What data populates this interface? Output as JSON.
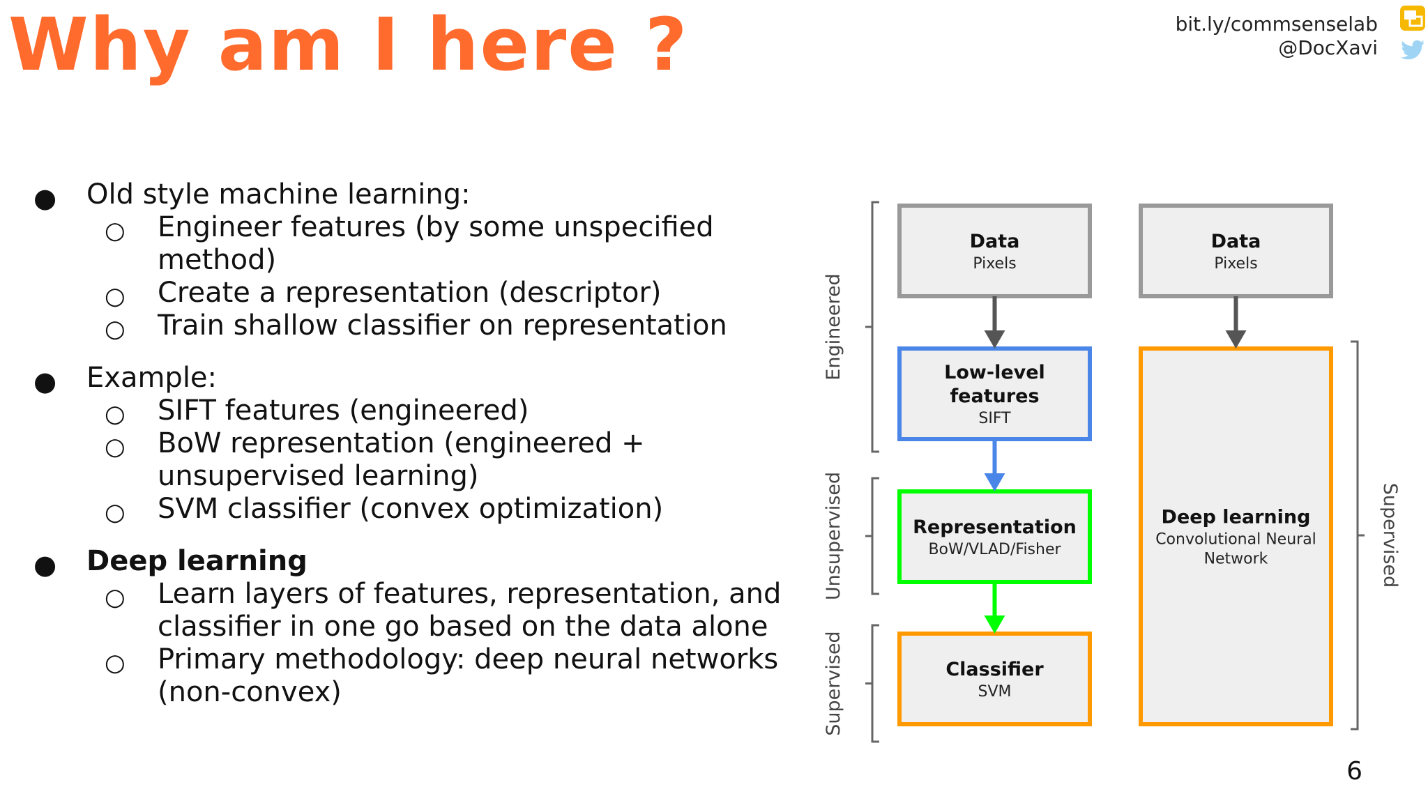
{
  "slide": {
    "title": "Why am I here ?",
    "credit_link": "bit.ly/commsenselab",
    "credit_handle": "@DocXavi",
    "page_number": "6",
    "accent_color": "#ff6a2d"
  },
  "bullets": [
    {
      "label": "Old style machine learning:",
      "sub": [
        [
          "Engineer features (by some unspecified",
          "method)"
        ],
        [
          "Create a representation (descriptor)"
        ],
        [
          "Train shallow classifier on representation"
        ]
      ]
    },
    {
      "label": "Example:",
      "sub": [
        [
          "SIFT features (engineered)"
        ],
        [
          "BoW representation (engineered +",
          "unsupervised learning)"
        ],
        [
          "SVM classifier (convex optimization)"
        ]
      ]
    },
    {
      "label": "Deep learning",
      "sub": [
        [
          "Learn layers of features, representation, and",
          "classifier in one go based on the data alone"
        ],
        [
          "Primary methodology: deep neural networks",
          "(non-convex)"
        ]
      ]
    }
  ],
  "diagram": {
    "left_column": [
      {
        "title": [
          "Data"
        ],
        "sub": [
          "Pixels"
        ],
        "border": "#999999"
      },
      {
        "title": [
          "Low-level",
          "features"
        ],
        "sub": [
          "SIFT"
        ],
        "border": "#4a86e8"
      },
      {
        "title": [
          "Representation"
        ],
        "sub": [
          "BoW/VLAD/Fisher"
        ],
        "border": "#00ff00"
      },
      {
        "title": [
          "Classifier"
        ],
        "sub": [
          "SVM"
        ],
        "border": "#ff9900"
      }
    ],
    "right_column": [
      {
        "title": [
          "Data"
        ],
        "sub": [
          "Pixels"
        ],
        "border": "#999999"
      },
      {
        "title": [
          "Deep learning"
        ],
        "sub": [
          "Convolutional Neural",
          "Network"
        ],
        "border": "#ff9900"
      }
    ],
    "left_brackets": [
      "Engineered",
      "Unsupervised",
      "Supervised"
    ],
    "right_bracket": "Supervised",
    "box_fill": "#efefef",
    "arrow_colors": [
      "#555555",
      "#4a86e8",
      "#00ff00",
      "#555555"
    ]
  },
  "icons": [
    "slides-icon",
    "twitter-icon"
  ]
}
